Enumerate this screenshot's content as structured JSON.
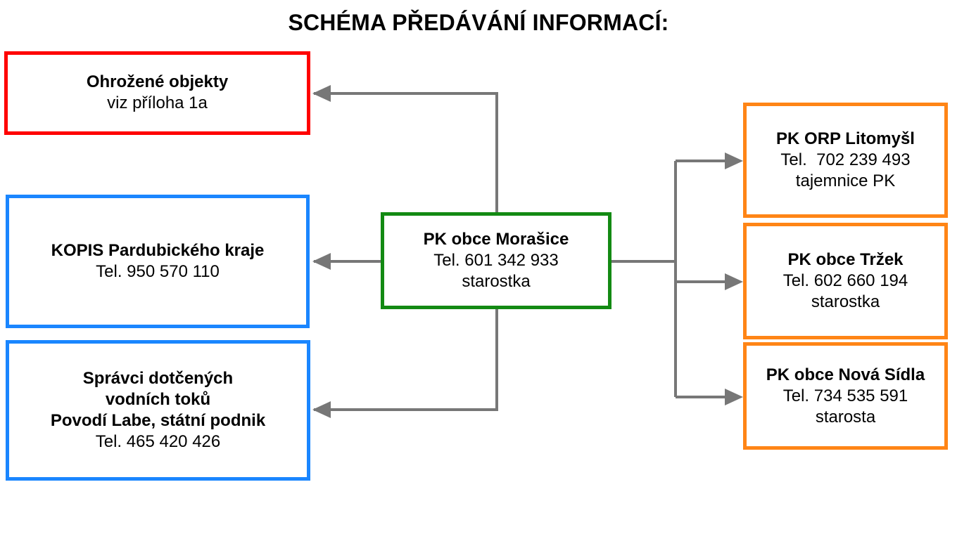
{
  "title": "SCHÉMA PŘEDÁVÁNÍ INFORMACÍ:",
  "center": {
    "name": "PK obce Morašice",
    "phone": "Tel. 601 342 933",
    "role": "starostka"
  },
  "left": {
    "threatened": {
      "name": "Ohrožené objekty",
      "note": "viz příloha 1a"
    },
    "kopis": {
      "name": "KOPIS Pardubického kraje",
      "phone": "Tel. 950 570 110"
    },
    "river": {
      "line1": "Správci dotčených",
      "line2": "vodních toků",
      "line3": "Povodí Labe, státní podnik",
      "phone": "Tel. 465 420 426"
    }
  },
  "right": {
    "orp": {
      "name": "PK ORP Litomyšl",
      "phone": "Tel.  702 239 493",
      "role": "tajemnice PK"
    },
    "trzek": {
      "name": "PK obce Tržek",
      "phone": "Tel. 602 660 194",
      "role": "starostka"
    },
    "nova": {
      "name": "PK obce Nová Sídla",
      "phone": "Tel. 734 535 591",
      "role": "starosta"
    }
  },
  "colors": {
    "threatened": "#ff0000",
    "info": "#1a86ff",
    "center": "#138a13",
    "neighbor": "#ff8516",
    "connector": "#777777"
  }
}
